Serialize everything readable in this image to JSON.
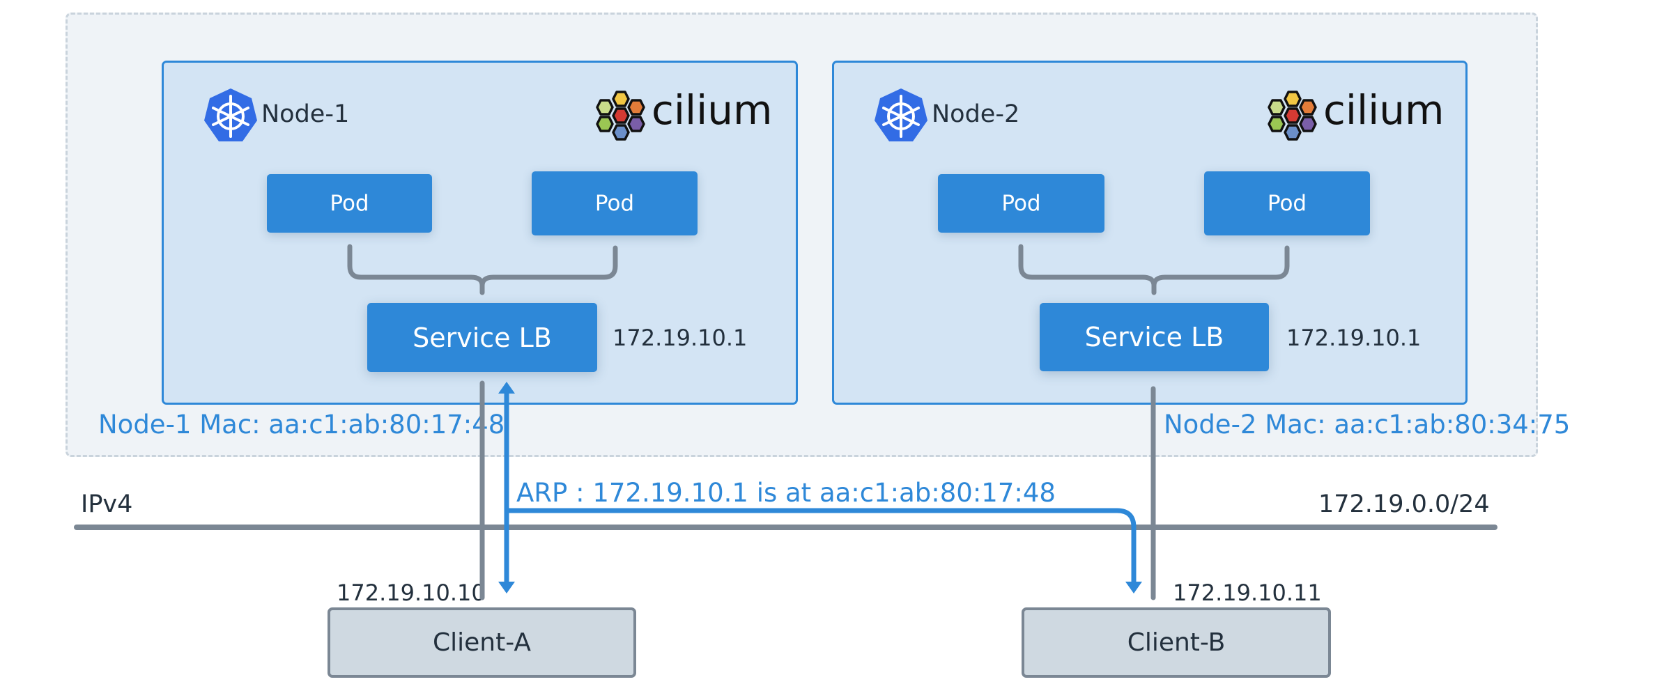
{
  "colors": {
    "accent": "#2e88d8",
    "node_fill": "#d3e4f4",
    "cluster_fill": "#eff3f7",
    "line_grey": "#7b8794",
    "client_fill": "#cfd9e1",
    "k8s_blue": "#326ce5",
    "text_dark": "#23303d"
  },
  "nodes": [
    {
      "title": "Node-1",
      "icon": "kubernetes-icon",
      "logo_text": "cilium",
      "pods": [
        "Pod",
        "Pod"
      ],
      "service_lb": "Service LB",
      "service_ip": "172.19.10.1",
      "mac_label": "Node-1 Mac: aa:c1:ab:80:17:48"
    },
    {
      "title": "Node-2",
      "icon": "kubernetes-icon",
      "logo_text": "cilium",
      "pods": [
        "Pod",
        "Pod"
      ],
      "service_lb": "Service LB",
      "service_ip": "172.19.10.1",
      "mac_label": "Node-2 Mac: aa:c1:ab:80:34:75"
    }
  ],
  "network": {
    "label": "IPv4",
    "subnet": "172.19.0.0/24",
    "arp_message": "ARP : 172.19.10.1 is at aa:c1:ab:80:17:48"
  },
  "clients": [
    {
      "name": "Client-A",
      "ip": "172.19.10.10"
    },
    {
      "name": "Client-B",
      "ip": "172.19.10.11"
    }
  ]
}
